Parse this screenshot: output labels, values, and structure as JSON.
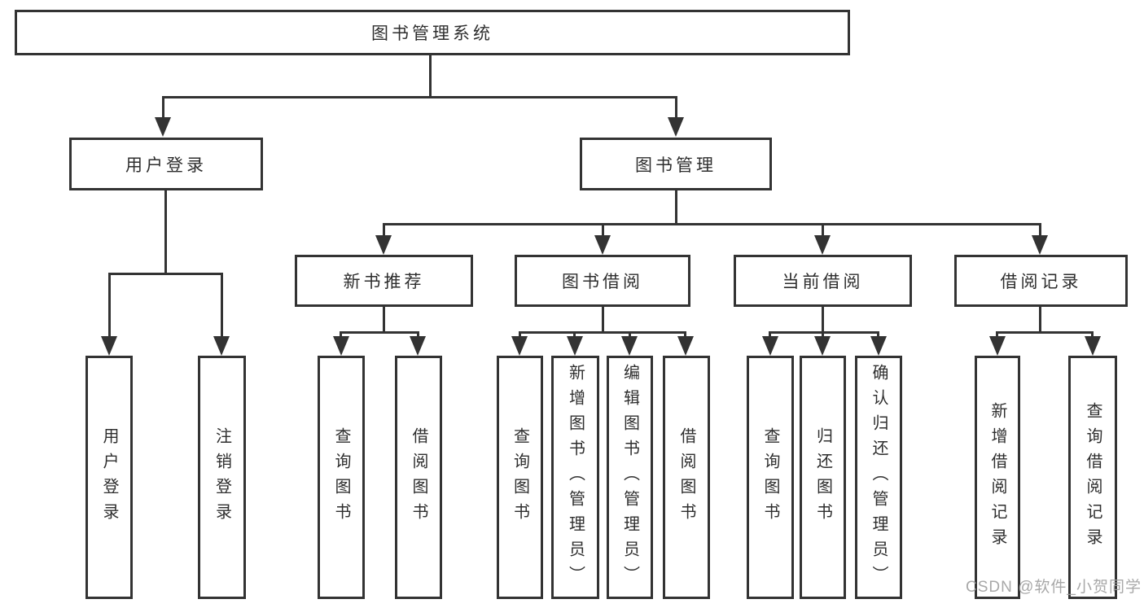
{
  "colors": {
    "line": "#333333",
    "text": "#2e2e2e",
    "background": "#ffffff",
    "watermark": "#9e9e9e"
  },
  "diagram": {
    "root": {
      "label": "图书管理系统"
    },
    "branches": [
      {
        "label": "用户登录",
        "children": [
          {
            "label": "用户登录"
          },
          {
            "label": "注销登录"
          }
        ]
      },
      {
        "label": "图书管理",
        "groups": [
          {
            "label": "新书推荐",
            "children": [
              {
                "label": "查询图书"
              },
              {
                "label": "借阅图书"
              }
            ]
          },
          {
            "label": "图书借阅",
            "children": [
              {
                "label": "查询图书"
              },
              {
                "label": "新增图书（管理员）"
              },
              {
                "label": "编辑图书（管理员）"
              },
              {
                "label": "借阅图书"
              }
            ]
          },
          {
            "label": "当前借阅",
            "children": [
              {
                "label": "查询图书"
              },
              {
                "label": "归还图书"
              },
              {
                "label": "确认归还（管理员）"
              }
            ]
          },
          {
            "label": "借阅记录",
            "children": [
              {
                "label": "新增借阅记录"
              },
              {
                "label": "查询借阅记录"
              }
            ]
          }
        ]
      }
    ],
    "watermark": "CSDN @软件_小贺同学"
  }
}
